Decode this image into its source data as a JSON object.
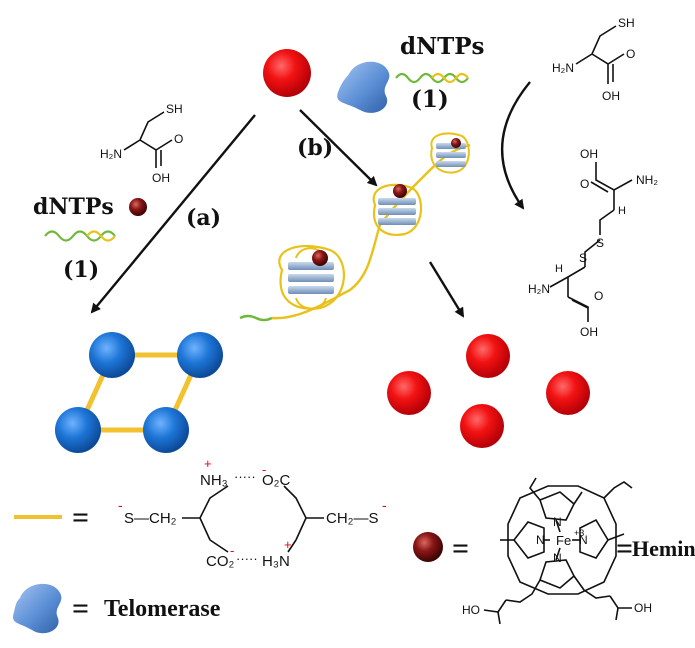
{
  "labels": {
    "path_a": "(a)",
    "path_b": "(b)",
    "dntps_left": "dNTPs",
    "step_left": "(1)",
    "dntps_top": "dNTPs",
    "step_top": "(1)"
  },
  "cysteine_top": {
    "sh": "SH",
    "nh2": "H₂N",
    "oh": "OH",
    "o": "O"
  },
  "cysteine_left": {
    "sh": "SH",
    "nh2": "H₂N",
    "oh": "OH",
    "o": "O"
  },
  "cystine": {
    "oh_top": "OH",
    "nh2_top": "NH₂",
    "h_top": "H",
    "s1": "S",
    "s2": "S",
    "h_bottom": "H",
    "nh2_bottom": "H₂N",
    "oh_bottom": "OH",
    "o_top": "O",
    "o_bottom": "O"
  },
  "linker_legend": {
    "equals": "=",
    "left_group": "S—CH₂",
    "minus_left": "-",
    "nh3": "NH₃",
    "plus_top": "+",
    "minus_top": "-",
    "o2c": "O₂C",
    "co2": "CO₂",
    "minus_bottom": "-",
    "h3n": "H₃N",
    "plus_bottom": "+",
    "right_group": "CH₂—S",
    "minus_right": "-",
    "dots_top": "·····",
    "dots_bottom": "·····"
  },
  "telomerase_legend": {
    "equals": "=",
    "label": "Telomerase"
  },
  "hemin_legend": {
    "equals_left": "=",
    "equals_right": "=",
    "label": "Hemin",
    "fe": "Fe",
    "charge": "+3",
    "n1": "N",
    "n2": "N",
    "n3": "N",
    "n4": "N",
    "hooc_left": "HO",
    "hooc_right": "OH"
  },
  "colors": {
    "red_np": "#e30613",
    "blue_np": "#1f6fc6",
    "linker": "#f2c12e",
    "hemin": "#7a0f0f",
    "telomerase": "#5b8fd6",
    "dna_green": "#6fb93a",
    "dna_yellow": "#e8c21a",
    "quadruplex": "#8fa9c9",
    "arrow": "#111111"
  }
}
